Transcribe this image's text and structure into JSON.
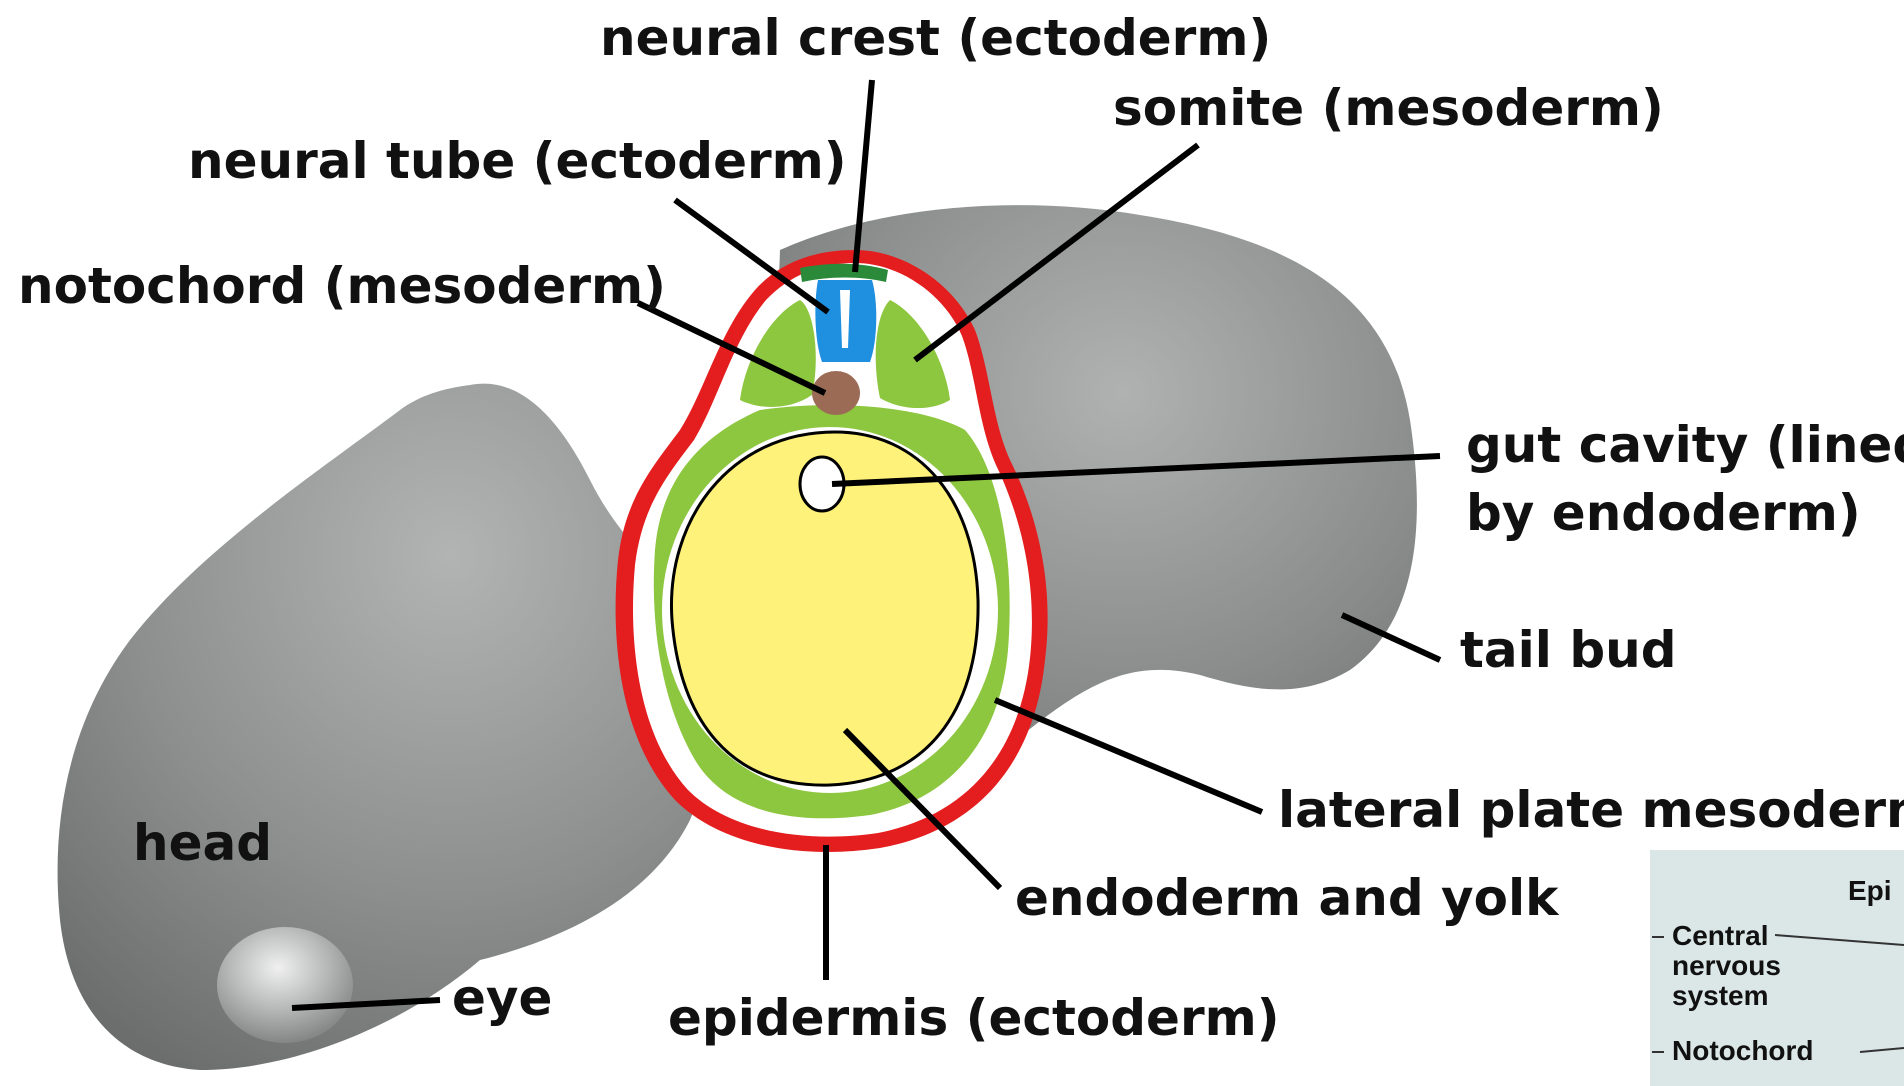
{
  "diagram": {
    "labels": {
      "neural_crest": "neural crest (ectoderm)",
      "somite": "somite (mesoderm)",
      "neural_tube": "neural tube (ectoderm)",
      "notochord": "notochord (mesoderm)",
      "gut_cavity_line1": "gut cavity (lined",
      "gut_cavity_line2": "by endoderm)",
      "tail_bud": "tail bud",
      "lateral_plate_mesoderm": "lateral plate mesoderm",
      "endoderm_and_yolk": "endoderm and yolk",
      "head": "head",
      "eye": "eye",
      "epidermis": "epidermis (ectoderm)"
    },
    "inset": {
      "epi_fragment": "Epi",
      "central_line1": "Central",
      "central_line2": "nervous",
      "central_line3": "system",
      "notochord": "Notochord"
    },
    "colors": {
      "epidermis": "#e41e1e",
      "mesoderm": "#8dc63f",
      "neural_tube": "#1f8fe0",
      "neural_crest": "#2a8a3a",
      "notochord": "#9b6b55",
      "yolk": "#fff27a",
      "body": "#8f9191",
      "inset_bg": "#dbe7e7"
    }
  }
}
